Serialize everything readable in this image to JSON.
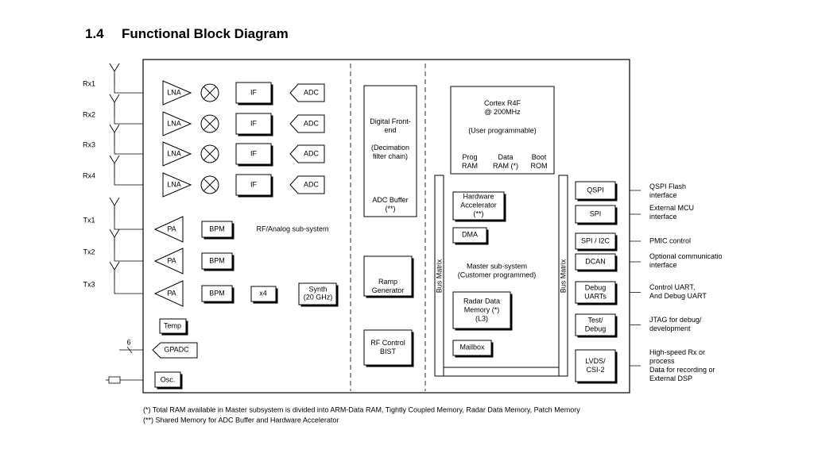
{
  "section": {
    "number": "1.4",
    "title": "Functional Block Diagram"
  },
  "antennas": {
    "rx": [
      "Rx1",
      "Rx2",
      "Rx3",
      "Rx4"
    ],
    "tx": [
      "Tx1",
      "Tx2",
      "Tx3"
    ]
  },
  "blocks": {
    "lna": "LNA",
    "if": "IF",
    "adc": "ADC",
    "pa": "PA",
    "bpm": "BPM",
    "x4": "x4",
    "synth": [
      "Synth",
      "(20 GHz)"
    ],
    "ramp": [
      "Ramp",
      "Generator"
    ],
    "rf_control": [
      "RF Control",
      "BIST"
    ],
    "temp": "Temp",
    "gpadc": "GPADC",
    "gpadc_count": "6",
    "osc": "Osc.",
    "dfe": [
      "Digital Front-",
      "end",
      "(Decimation",
      "filter chain)"
    ],
    "adc_buffer": [
      "ADC Buffer",
      "(**)"
    ],
    "cortex": [
      "Cortex R4F",
      "@ 200MHz",
      "(User programmable)"
    ],
    "mem": {
      "prog": [
        "Prog",
        "RAM"
      ],
      "data": [
        "Data",
        "RAM (*)"
      ],
      "boot": [
        "Boot",
        "ROM"
      ]
    },
    "hwa": [
      "Hardware",
      "Accelerator",
      "(**)"
    ],
    "dma": "DMA",
    "radar_mem": [
      "Radar Data",
      "Memory (*)",
      "(L3)"
    ],
    "mailbox": "Mailbox",
    "bus_matrix": "Bus Matrix"
  },
  "subsystems": {
    "rf": "RF/Analog sub-system",
    "master": [
      "Master sub-system",
      "(Customer programmed)"
    ]
  },
  "interfaces": [
    {
      "block": [
        "QSPI"
      ],
      "desc": [
        "QSPI Flash",
        "interface"
      ]
    },
    {
      "block": [
        "SPI"
      ],
      "desc": [
        "External MCU",
        "interface"
      ]
    },
    {
      "block": [
        "SPI / I2C"
      ],
      "desc": [
        "PMIC control"
      ]
    },
    {
      "block": [
        "DCAN"
      ],
      "desc": [
        "Optional communicatio",
        "interface"
      ]
    },
    {
      "block": [
        "Debug",
        "UARTs"
      ],
      "desc": [
        "Control UART,",
        "And Debug UART"
      ]
    },
    {
      "block": [
        "Test/",
        "Debug"
      ],
      "desc": [
        "JTAG for debug/",
        "development"
      ]
    },
    {
      "block": [
        "LVDS/",
        "CSI-2"
      ],
      "desc": [
        "High-speed Rx or",
        "process",
        "Data for recording or",
        "External DSP"
      ]
    }
  ],
  "footnotes": [
    "(*) Total RAM available in Master subsystem is divided into ARM-Data RAM, Tightly Coupled Memory, Radar Data Memory, Patch Memory",
    "(**) Shared Memory for ADC Buffer and Hardware Accelerator"
  ],
  "colors": {
    "line": "#000000",
    "subsystem_label": "#1f1fd1"
  }
}
